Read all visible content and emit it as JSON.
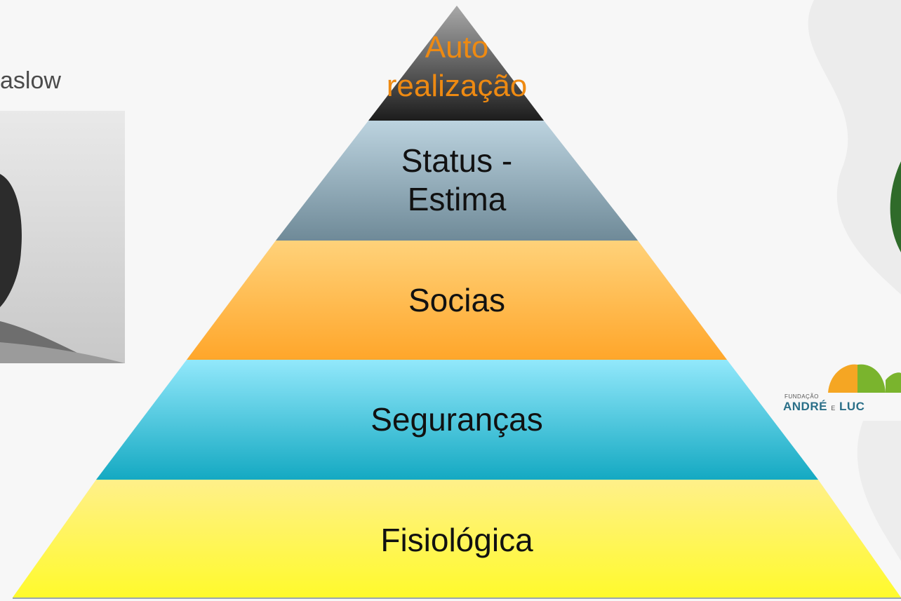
{
  "slide": {
    "title_fragment": "aslow",
    "photo_description": "black and white portrait photo",
    "logo": {
      "small_text": "FUNDAÇÃO",
      "name_left": "ANDRÉ",
      "name_joiner": "E",
      "name_right": "LUC"
    }
  },
  "pyramid": {
    "levels": [
      {
        "lines": [
          "Auto",
          "realização"
        ],
        "color": "#ee8a12"
      },
      {
        "lines": [
          "Status -",
          "Estima"
        ],
        "color": "#111111"
      },
      {
        "lines": [
          "Socias"
        ],
        "color": "#111111"
      },
      {
        "lines": [
          "Seguranças"
        ],
        "color": "#111111"
      },
      {
        "lines": [
          "Fisiológica"
        ],
        "color": "#111111"
      }
    ],
    "fills": {
      "apex": [
        "#a9a9a9",
        "#1c1c1c"
      ],
      "status": [
        "#bcd3df",
        "#6f8a98"
      ],
      "socias": [
        "#ffd27a",
        "#ffa62a"
      ],
      "segurancas": [
        "#92e8fb",
        "#14a9c2"
      ],
      "fisiologica": [
        "#fff08a",
        "#fffa2c"
      ]
    }
  }
}
